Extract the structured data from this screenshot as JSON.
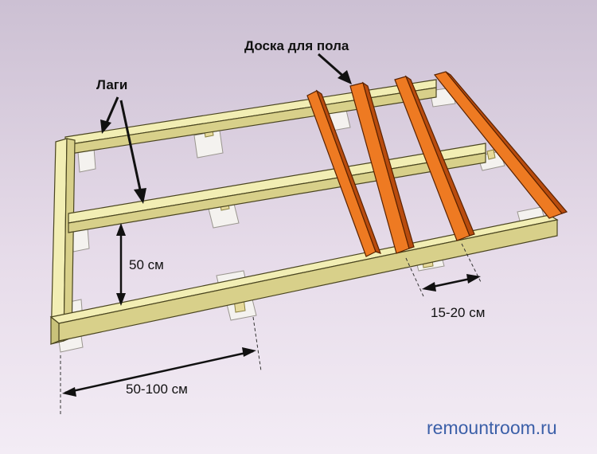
{
  "labels": {
    "floor_board": "Доска для пола",
    "joists": "Лаги",
    "joist_spacing": "50 см",
    "support_spacing": "50-100 см",
    "board_spacing": "15-20 см"
  },
  "watermark": "remountroom.ru",
  "colors": {
    "background_top": "#ccc0d3",
    "background_bottom": "#f3ecf5",
    "joist_top": "#f2eeb4",
    "joist_side": "#d8d08a",
    "joist_end": "#c9c27a",
    "board_top": "#ee7a22",
    "board_side": "#b94c0e",
    "support_face": "#f4f2ef",
    "support_shadow": "#c8c5c0",
    "ink": "#111111",
    "watermark": "#3b5fa8"
  }
}
